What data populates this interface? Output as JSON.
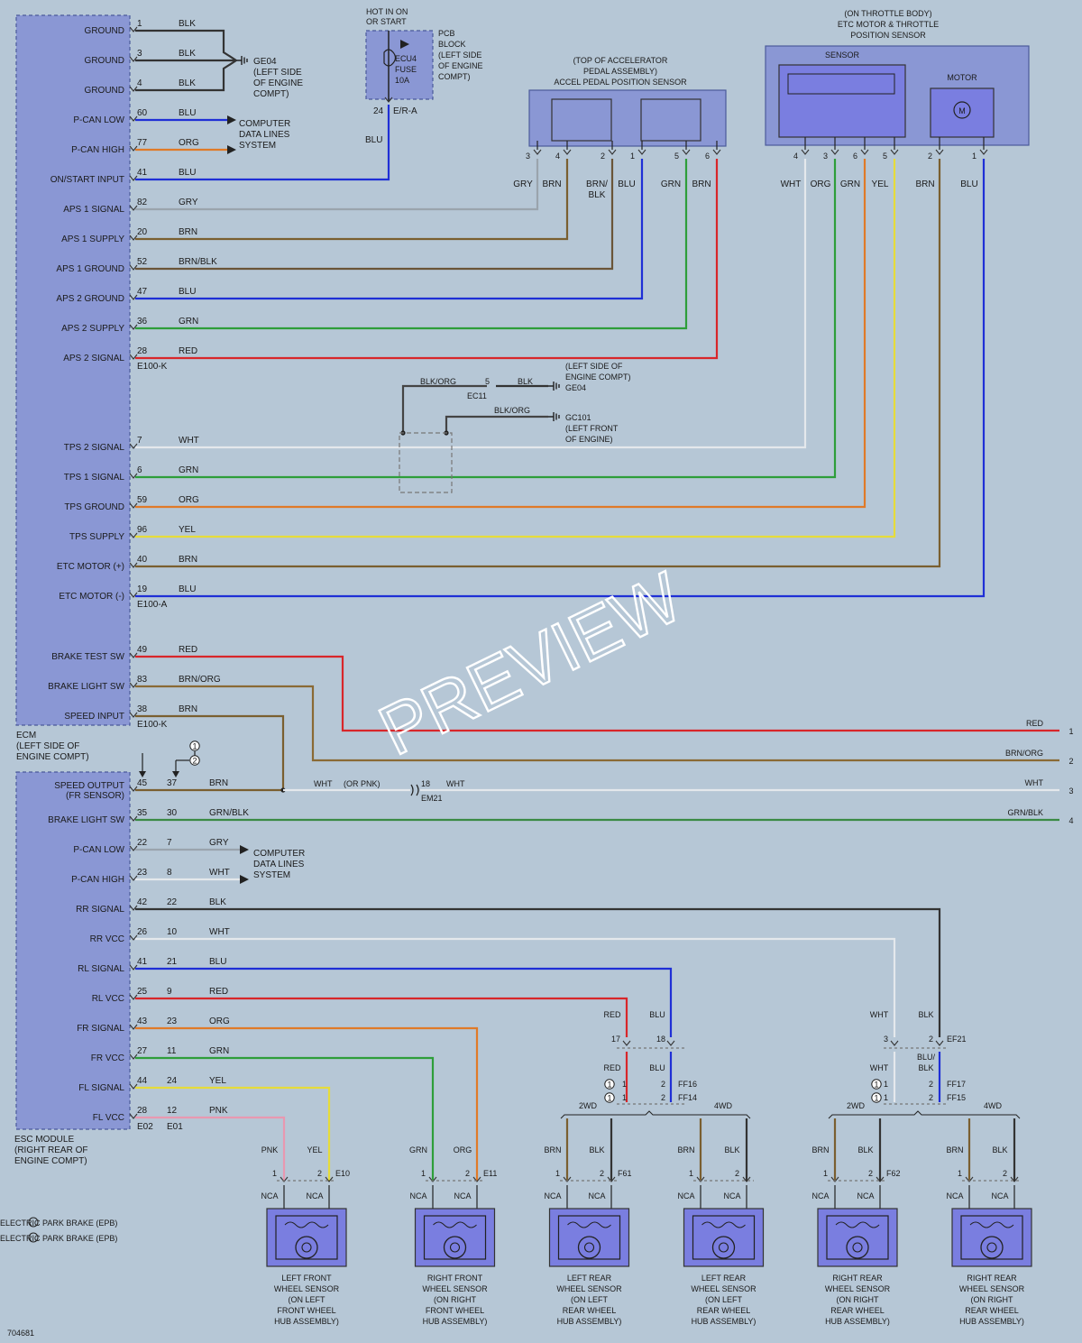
{
  "watermark": "PREVIEW",
  "diagram_id": "704681",
  "colors": {
    "BLK": "#333333",
    "BLU": "#1f2fd6",
    "ORG": "#e07a28",
    "GRY": "#9aa4ad",
    "BRN": "#7a5f30",
    "BRN/BLK": "#6a5538",
    "GRN": "#2e9e3a",
    "RED": "#d8262a",
    "WHT": "#e4e8ec",
    "YEL": "#e6dc3a",
    "BRN/ORG": "#8a6a35",
    "GRN/BLK": "#3a8a44",
    "PNK": "#e898b0",
    "BLK/ORG": "#444444"
  },
  "ecm": {
    "caption": [
      "ECM",
      "(LEFT SIDE OF",
      "ENGINE COMPT)"
    ],
    "pins": [
      {
        "label": "GROUND",
        "pin": "1",
        "color": "BLK"
      },
      {
        "label": "GROUND",
        "pin": "3",
        "color": "BLK"
      },
      {
        "label": "GROUND",
        "pin": "4",
        "color": "BLK"
      },
      {
        "label": "P-CAN LOW",
        "pin": "60",
        "color": "BLU"
      },
      {
        "label": "P-CAN HIGH",
        "pin": "77",
        "color": "ORG"
      },
      {
        "label": "ON/START INPUT",
        "pin": "41",
        "color": "BLU"
      },
      {
        "label": "APS 1 SIGNAL",
        "pin": "82",
        "color": "GRY"
      },
      {
        "label": "APS 1 SUPPLY",
        "pin": "20",
        "color": "BRN"
      },
      {
        "label": "APS 1 GROUND",
        "pin": "52",
        "color": "BRN/BLK"
      },
      {
        "label": "APS 2 GROUND",
        "pin": "47",
        "color": "BLU"
      },
      {
        "label": "APS 2 SUPPLY",
        "pin": "36",
        "color": "GRN"
      },
      {
        "label": "APS 2 SIGNAL",
        "pin": "28",
        "color": "RED"
      },
      {
        "label": "TPS 2 SIGNAL",
        "pin": "7",
        "color": "WHT"
      },
      {
        "label": "TPS 1 SIGNAL",
        "pin": "6",
        "color": "GRN"
      },
      {
        "label": "TPS GROUND",
        "pin": "59",
        "color": "ORG"
      },
      {
        "label": "TPS SUPPLY",
        "pin": "96",
        "color": "YEL"
      },
      {
        "label": "ETC MOTOR (+)",
        "pin": "40",
        "color": "BRN"
      },
      {
        "label": "ETC MOTOR (-)",
        "pin": "19",
        "color": "BLU"
      },
      {
        "label": "BRAKE TEST SW",
        "pin": "49",
        "color": "RED"
      },
      {
        "label": "BRAKE LIGHT SW",
        "pin": "83",
        "color": "BRN/ORG"
      },
      {
        "label": "SPEED INPUT",
        "pin": "38",
        "color": "BRN"
      }
    ],
    "conn_k": "E100-K",
    "conn_a": "E100-A"
  },
  "ge04_top": [
    "GE04",
    "(LEFT SIDE",
    "OF ENGINE",
    "COMPT)"
  ],
  "computer_data": [
    "COMPUTER",
    "DATA LINES",
    "SYSTEM"
  ],
  "pcb": {
    "hot": [
      "HOT IN ON",
      "OR START"
    ],
    "block": [
      "PCB",
      "BLOCK",
      "(LEFT SIDE",
      "OF ENGINE",
      "COMPT)"
    ],
    "fuse": [
      "ECU4",
      "FUSE",
      "10A"
    ],
    "pin": "24",
    "conn": "E/R-A",
    "wire": "BLU"
  },
  "aps": {
    "title": [
      "(TOP OF ACCELERATOR",
      "PEDAL ASSEMBLY)",
      "ACCEL PEDAL POSITION SENSOR"
    ],
    "pins": [
      {
        "pin": "3",
        "color": "GRY"
      },
      {
        "pin": "4",
        "color": "BRN"
      },
      {
        "pin": "2",
        "color": "BRN/BLK"
      },
      {
        "pin": "1",
        "color": "BLU"
      },
      {
        "pin": "5",
        "color": "GRN"
      },
      {
        "pin": "6",
        "color": "BRN"
      }
    ],
    "brnblk": [
      "BRN/",
      "BLK"
    ]
  },
  "etc": {
    "title": [
      "(ON THROTTLE BODY)",
      "ETC MOTOR & THROTTLE",
      "POSITION SENSOR"
    ],
    "sensor": "SENSOR",
    "motor": "MOTOR",
    "pins": [
      {
        "pin": "4",
        "color": "WHT"
      },
      {
        "pin": "3",
        "color": "ORG"
      },
      {
        "pin": "6",
        "color": "GRN"
      },
      {
        "pin": "5",
        "color": "YEL"
      },
      {
        "pin": "2",
        "color": "BRN"
      },
      {
        "pin": "1",
        "color": "BLU"
      }
    ]
  },
  "ground_splice": {
    "w1": "BLK/ORG",
    "p1": "5",
    "w2": "BLK",
    "ec11": "EC11",
    "ge04": [
      "(LEFT SIDE OF",
      "ENGINE COMPT)",
      "GE04"
    ],
    "w3": "BLK/ORG",
    "gc101": [
      "GC101",
      "(LEFT FRONT",
      "OF ENGINE)"
    ]
  },
  "right_pins": [
    {
      "label": "RED",
      "pin": "1"
    },
    {
      "label": "BRN/ORG",
      "pin": "2"
    },
    {
      "label": "WHT",
      "pin": "3"
    },
    {
      "label": "GRN/BLK",
      "pin": "4"
    }
  ],
  "callouts": [
    "1",
    "2"
  ],
  "esc": {
    "caption": [
      "ESC MODULE",
      "(RIGHT REAR OF",
      "ENGINE COMPT)"
    ],
    "pins": [
      {
        "label": "SPEED OUTPUT",
        "label2": "(FR SENSOR)",
        "p1": "45",
        "p2": "37",
        "color": "BRN"
      },
      {
        "label": "BRAKE LIGHT SW",
        "p1": "35",
        "p2": "30",
        "color": "GRN/BLK"
      },
      {
        "label": "P-CAN LOW",
        "p1": "22",
        "p2": "7",
        "color": "GRY"
      },
      {
        "label": "P-CAN HIGH",
        "p1": "23",
        "p2": "8",
        "color": "WHT"
      },
      {
        "label": "RR SIGNAL",
        "p1": "42",
        "p2": "22",
        "color": "BLK"
      },
      {
        "label": "RR VCC",
        "p1": "26",
        "p2": "10",
        "color": "WHT"
      },
      {
        "label": "RL SIGNAL",
        "p1": "41",
        "p2": "21",
        "color": "BLU"
      },
      {
        "label": "RL VCC",
        "p1": "25",
        "p2": "9",
        "color": "RED"
      },
      {
        "label": "FR SIGNAL",
        "p1": "43",
        "p2": "23",
        "color": "ORG"
      },
      {
        "label": "FR VCC",
        "p1": "27",
        "p2": "11",
        "color": "GRN"
      },
      {
        "label": "FL SIGNAL",
        "p1": "44",
        "p2": "24",
        "color": "YEL"
      },
      {
        "label": "FL VCC",
        "p1": "28",
        "p2": "12",
        "color": "PNK"
      }
    ],
    "e02": "E02",
    "e01": "E01"
  },
  "em21": {
    "w1": "WHT",
    "or": "(OR PNK)",
    "pin": "18",
    "w2": "WHT",
    "conn": "EM21"
  },
  "epb": [
    "ELECTRIC PARK BRAKE (EPB)",
    "ELECTRIC PARK BRAKE (EPB)"
  ],
  "rear_left": {
    "red": "RED",
    "blu": "BLU",
    "p17": "17",
    "p18": "18",
    "p2a": "2",
    "p2b": "2",
    "ff16": "FF16",
    "ff14": "FF14",
    "c1": "1",
    "c2": "1",
    "wd2": "2WD",
    "wd4": "4WD"
  },
  "rear_right": {
    "wht": "WHT",
    "blk": "BLK",
    "p3": "3",
    "p2": "2",
    "ef21": "EF21",
    "blublk": [
      "BLU/",
      "BLK"
    ],
    "p1": "1",
    "p2b": "2",
    "ff17": "FF17",
    "ff15": "FF15",
    "c1": "1",
    "c2": "1",
    "wd2": "2WD",
    "wd4": "4WD"
  },
  "sensors": [
    {
      "w1": "PNK",
      "w2": "YEL",
      "conn": "E10",
      "name": [
        "LEFT FRONT",
        "WHEEL SENSOR",
        "(ON LEFT",
        "FRONT WHEEL",
        "HUB ASSEMBLY)"
      ]
    },
    {
      "w1": "GRN",
      "w2": "ORG",
      "conn": "E11",
      "name": [
        "RIGHT FRONT",
        "WHEEL SENSOR",
        "(ON RIGHT",
        "FRONT WHEEL",
        "HUB ASSEMBLY)"
      ]
    },
    {
      "w1": "BRN",
      "w2": "BLK",
      "conn": "F61",
      "name": [
        "LEFT REAR",
        "WHEEL SENSOR",
        "(ON LEFT",
        "REAR WHEEL",
        "HUB ASSEMBLY)"
      ]
    },
    {
      "w1": "BRN",
      "w2": "BLK",
      "conn": "",
      "name": [
        "LEFT REAR",
        "WHEEL SENSOR",
        "(ON LEFT",
        "REAR WHEEL",
        "HUB ASSEMBLY)"
      ]
    },
    {
      "w1": "BRN",
      "w2": "BLK",
      "conn": "F62",
      "name": [
        "RIGHT REAR",
        "WHEEL SENSOR",
        "(ON RIGHT",
        "REAR WHEEL",
        "HUB ASSEMBLY)"
      ]
    },
    {
      "w1": "BRN",
      "w2": "BLK",
      "conn": "",
      "name": [
        "RIGHT REAR",
        "WHEEL SENSOR",
        "(ON RIGHT",
        "REAR WHEEL",
        "HUB ASSEMBLY)"
      ]
    }
  ],
  "nca": "NCA",
  "pin1": "1",
  "pin2": "2"
}
